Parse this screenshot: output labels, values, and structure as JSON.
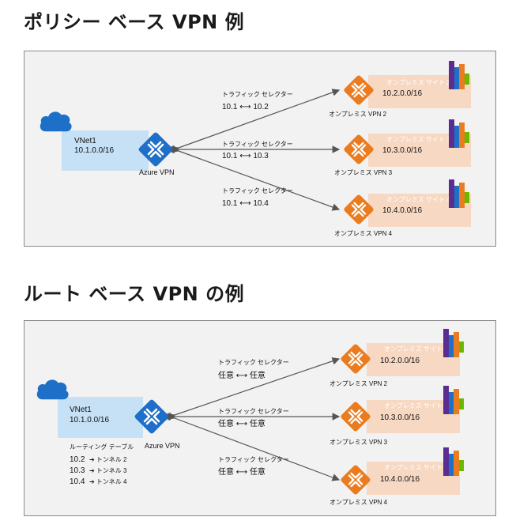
{
  "policy": {
    "title": "ポリシー ベース VPN 例",
    "vnet_name": "VNet1",
    "vnet_cidr": "10.1.0.0/16",
    "gateway_label": "Azure VPN",
    "links": [
      {
        "selector_label": "トラフィック セレクター",
        "selector": "10.1 ⟷ 10.2",
        "device": "オンプレミス VPN 2",
        "site": "オンプレミス サイト 2",
        "cidr": "10.2.0.0/16"
      },
      {
        "selector_label": "トラフィック セレクター",
        "selector": "10.1 ⟷ 10.3",
        "device": "オンプレミス VPN 3",
        "site": "オンプレミス サイト 3",
        "cidr": "10.3.0.0/16"
      },
      {
        "selector_label": "トラフィック セレクター",
        "selector": "10.1 ⟷ 10.4",
        "device": "オンプレミス VPN 4",
        "site": "オンプレミス サイト 4",
        "cidr": "10.4.0.0/16"
      }
    ]
  },
  "route": {
    "title": "ルート ベース VPN の例",
    "vnet_name": "VNet1",
    "vnet_cidr": "10.1.0.0/16",
    "gateway_label": "Azure VPN",
    "route_table": {
      "title": "ルーティング テーブル",
      "rows": [
        {
          "prefix": "10.2",
          "tunnel": "トンネル 2"
        },
        {
          "prefix": "10.3",
          "tunnel": "トンネル 3"
        },
        {
          "prefix": "10.4",
          "tunnel": "トンネル 4"
        }
      ]
    },
    "links": [
      {
        "selector_label": "トラフィック セレクター",
        "selector": "任意 ⟷ 任意",
        "device": "オンプレミス VPN 2",
        "site": "オンプレミス サイト 2",
        "cidr": "10.2.0.0/16"
      },
      {
        "selector_label": "トラフィック セレクター",
        "selector": "任意 ⟷ 任意",
        "device": "オンプレミス VPN 3",
        "site": "オンプレミス サイト 3",
        "cidr": "10.3.0.0/16"
      },
      {
        "selector_label": "トラフィック セレクター",
        "selector": "任意 ⟷ 任意",
        "device": "オンプレミス VPN 4",
        "site": "オンプレミス サイト 4",
        "cidr": "10.4.0.0/16"
      }
    ]
  },
  "colors": {
    "vnet_fill": "#c6e0f5",
    "gateway_blue": "#1e6fc8",
    "cloud_blue": "#1e6fc8",
    "vpn_orange": "#ea7b1e",
    "site_fill": "#f7d8c3",
    "arrow": "#555555"
  }
}
